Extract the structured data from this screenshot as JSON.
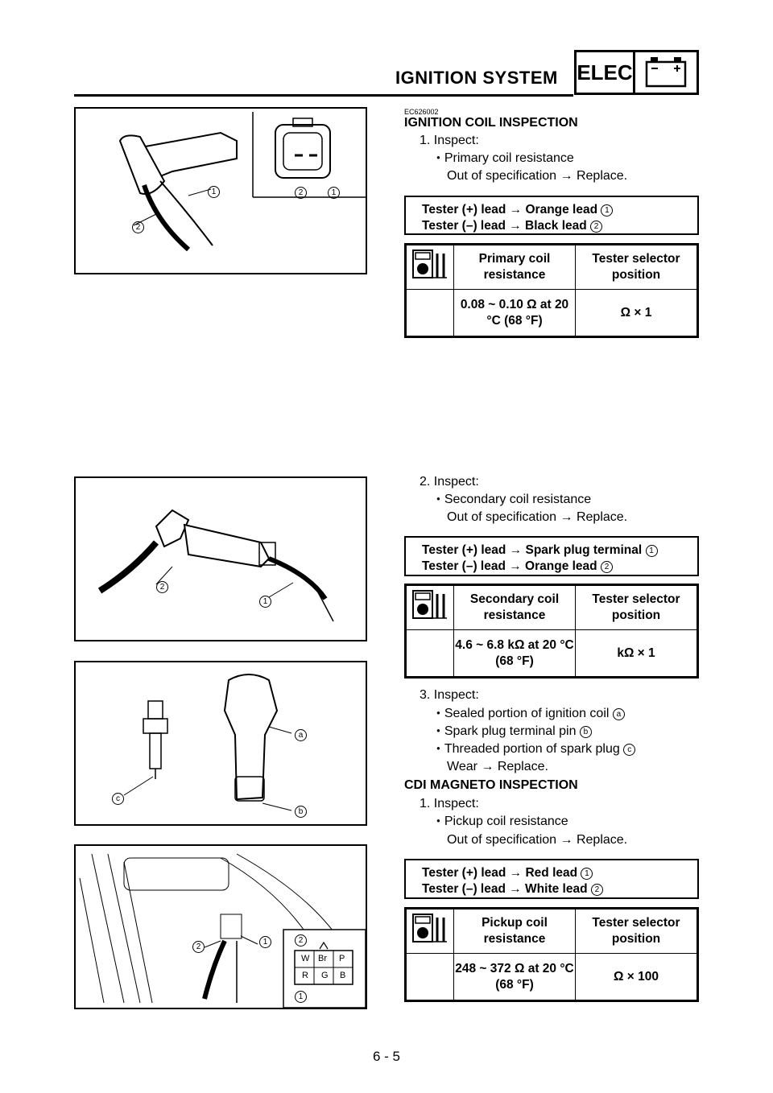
{
  "header": {
    "title": "IGNITION SYSTEM",
    "tag": "ELEC",
    "battery_icon": "battery-icon"
  },
  "section1": {
    "code": "EC626002",
    "title": "IGNITION COIL INSPECTION",
    "step": "1. Inspect:",
    "item": "Primary coil resistance",
    "note": "Out of specification → Replace.",
    "lead1": "Tester (+) lead → Orange lead",
    "lead1_num": "1",
    "lead2": "Tester (–) lead → Black lead",
    "lead2_num": "2",
    "col1_header": "Primary coil resistance",
    "col2_header": "Tester selector position",
    "value": "0.08 ~ 0.10 Ω at 20 °C (68 °F)",
    "selector": "Ω × 1"
  },
  "section2": {
    "step": "2. Inspect:",
    "item": "Secondary coil resistance",
    "note": "Out of specification → Replace.",
    "lead1": "Tester (+) lead → Spark plug terminal",
    "lead1_num": "1",
    "lead2": "Tester (–) lead → Orange lead",
    "lead2_num": "2",
    "col1_header": "Secondary coil resistance",
    "col2_header": "Tester selector position",
    "value": "4.6 ~ 6.8 kΩ at 20 °C (68 °F)",
    "selector": "kΩ × 1"
  },
  "section3": {
    "step": "3. Inspect:",
    "items": [
      {
        "text": "Sealed portion of ignition coil",
        "mark": "a"
      },
      {
        "text": "Spark plug terminal pin",
        "mark": "b"
      },
      {
        "text": "Threaded portion of spark plug",
        "mark": "c"
      }
    ],
    "note": "Wear → Replace."
  },
  "section4": {
    "title": "CDI MAGNETO INSPECTION",
    "step": "1. Inspect:",
    "item": "Pickup coil resistance",
    "note": "Out of specification → Replace.",
    "lead1": "Tester (+) lead → Red lead",
    "lead1_num": "1",
    "lead2": "Tester (–) lead → White lead",
    "lead2_num": "2",
    "col1_header": "Pickup coil resistance",
    "col2_header": "Tester selector position",
    "value": "248 ~ 372 Ω at 20 °C (68 °F)",
    "selector": "Ω × 100"
  },
  "figures": {
    "fig1_labels": [
      "1",
      "2",
      "2",
      "1"
    ],
    "fig2_labels": [
      "2",
      "1"
    ],
    "fig3_labels": [
      "a",
      "b",
      "c"
    ],
    "fig4_labels": [
      "2",
      "1",
      "2",
      "1"
    ],
    "connector_grid": [
      "W",
      "Br",
      "P",
      "R",
      "G",
      "B"
    ]
  },
  "footer": {
    "page": "6 - 5"
  }
}
